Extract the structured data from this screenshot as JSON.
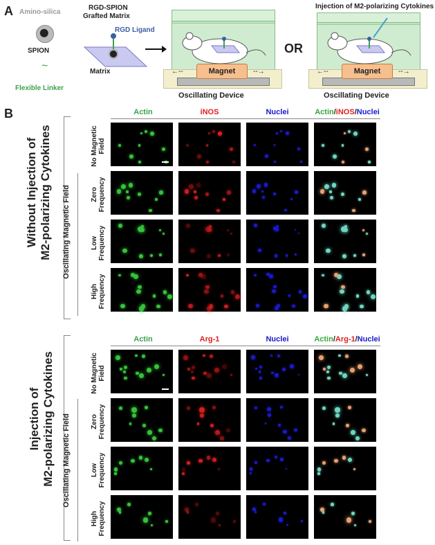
{
  "panel_a": {
    "letter": "A",
    "amino_silica": "Amino-silica",
    "spion": "SPION",
    "flexible_linker": "Flexible Linker",
    "rgd_spion": "RGD-SPION",
    "grafted_matrix": "Grafted Matrix",
    "rgd_ligand": "RGD Ligand",
    "matrix": "Matrix",
    "magnet_1": "Magnet",
    "magnet_2": "Magnet",
    "oscillating_device_1": "Oscillating Device",
    "oscillating_device_2": "Oscillating Device",
    "or": "OR",
    "injection_title": "Injection of M2-polarizing Cytokines",
    "colors": {
      "green_label": "#3aa34a",
      "blue_label": "#3b5fa3"
    }
  },
  "panel_b": {
    "letter": "B",
    "section_1": {
      "title_line1": "Without Injection of",
      "title_line2": "M2-polarizing Cytokines",
      "columns": [
        "Actin",
        "iNOS",
        "Nuclei"
      ],
      "merge": {
        "a": "Actin",
        "s1": "/",
        "b": "iNOS",
        "s2": "/",
        "c": "Nuclei"
      },
      "rows": [
        {
          "line1": "No Magnetic",
          "line2": "Field"
        },
        {
          "line1": "Zero",
          "line2": "Frequency"
        },
        {
          "line1": "Low",
          "line2": "Frequency"
        },
        {
          "line1": "High",
          "line2": "Frequency"
        }
      ],
      "oscillating": "Oscillating Magnetic Field"
    },
    "section_2": {
      "title_line1": "Injection of",
      "title_line2": "M2-polarizing Cytokines",
      "columns": [
        "Actin",
        "Arg-1",
        "Nuclei"
      ],
      "merge": {
        "a": "Actin",
        "s1": "/",
        "b": "Arg-1",
        "s2": "/",
        "c": "Nuclei"
      },
      "rows": [
        {
          "line1": "No Magnetic",
          "line2": "Field"
        },
        {
          "line1": "Zero",
          "line2": "Frequency"
        },
        {
          "line1": "Low",
          "line2": "Frequency"
        },
        {
          "line1": "High",
          "line2": "Frequency"
        }
      ],
      "oscillating": "Oscillating Magnetic Field"
    },
    "channel_colors": {
      "actin": "#35c23a",
      "marker": "#e02020",
      "nuclei": "#1a1ac8"
    }
  }
}
